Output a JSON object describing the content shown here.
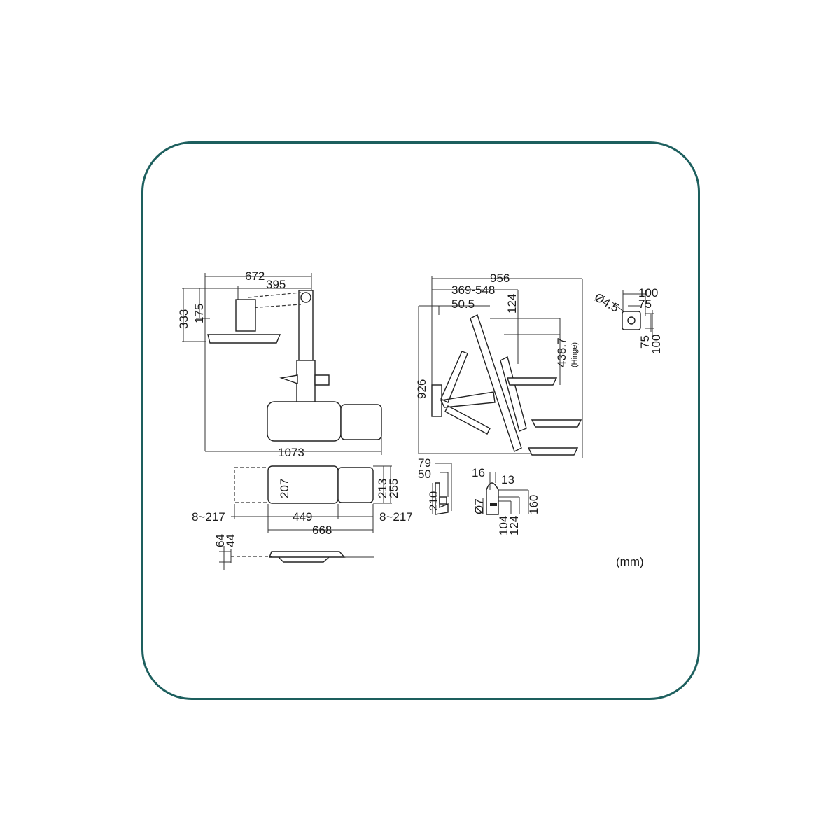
{
  "colors": {
    "frame": "#1d5f5e",
    "line": "#222222"
  },
  "top_view": {
    "width_total": "672",
    "arm_reach": "395",
    "height_upper": "175",
    "height_total": "333",
    "overall_width": "1073"
  },
  "side_view": {
    "depth_total": "956",
    "depth_range": "369-548",
    "offset": "50.5",
    "tilt_drop": "124",
    "height_total": "926",
    "hinge_height": "438.7",
    "hinge_label": "(Hinge)"
  },
  "vesa": {
    "hole_dia": "Ø4.5",
    "outer_w": "100",
    "inner_w": "75",
    "inner_h": "75",
    "outer_h": "100"
  },
  "keyboard_tray": {
    "depth_inner": "207",
    "depth_mid": "213",
    "depth_outer": "255",
    "ext_left": "8~217",
    "width_main": "449",
    "ext_right": "8~217",
    "width_total": "668"
  },
  "tray_profile": {
    "height_total": "64",
    "height_inner": "44"
  },
  "wall_bracket": {
    "top_outer": "79",
    "top_inner": "50",
    "height": "210"
  },
  "mouse_holder": {
    "width_top": "16",
    "width_side": "13",
    "hole_dia": "Ø7",
    "height": "160",
    "depth_inner": "104",
    "depth_outer": "124"
  },
  "unit": "(mm)"
}
